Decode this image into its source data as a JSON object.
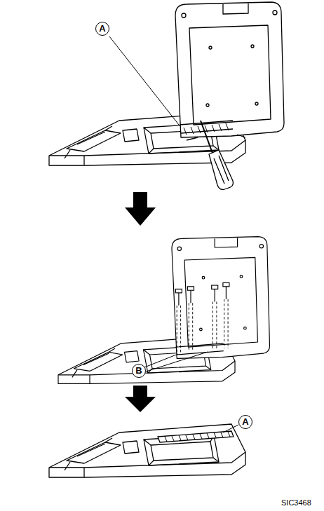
{
  "diagram": {
    "labels": [
      "A",
      "B",
      "A",
      "SIC3468"
    ]
  }
}
